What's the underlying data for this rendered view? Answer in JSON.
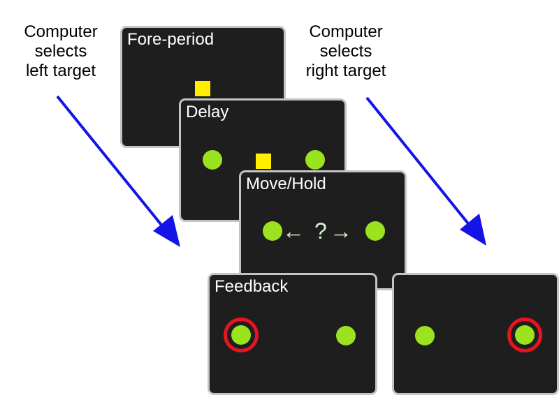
{
  "annotations": {
    "left": [
      "Computer",
      "selects",
      "left target"
    ],
    "right": [
      "Computer",
      "selects",
      "right target"
    ]
  },
  "panels": {
    "foreperiod": {
      "title": "Fore-period"
    },
    "delay": {
      "title": "Delay"
    },
    "move_hold": {
      "title": "Move/Hold",
      "left_arrow": "←",
      "question": "?",
      "right_arrow": "→"
    },
    "feedback_left": {
      "title": "Feedback"
    },
    "feedback_right": {
      "title": ""
    }
  },
  "colors": {
    "panel_background": "#1e1e1e",
    "panel_border": "#c4c4c4",
    "target": "#9be21f",
    "fixation": "#ffee00",
    "feedback_ring": "#e8141e",
    "pointer_arrow": "#1414e6",
    "move_arrow": "#d8f5d0"
  }
}
